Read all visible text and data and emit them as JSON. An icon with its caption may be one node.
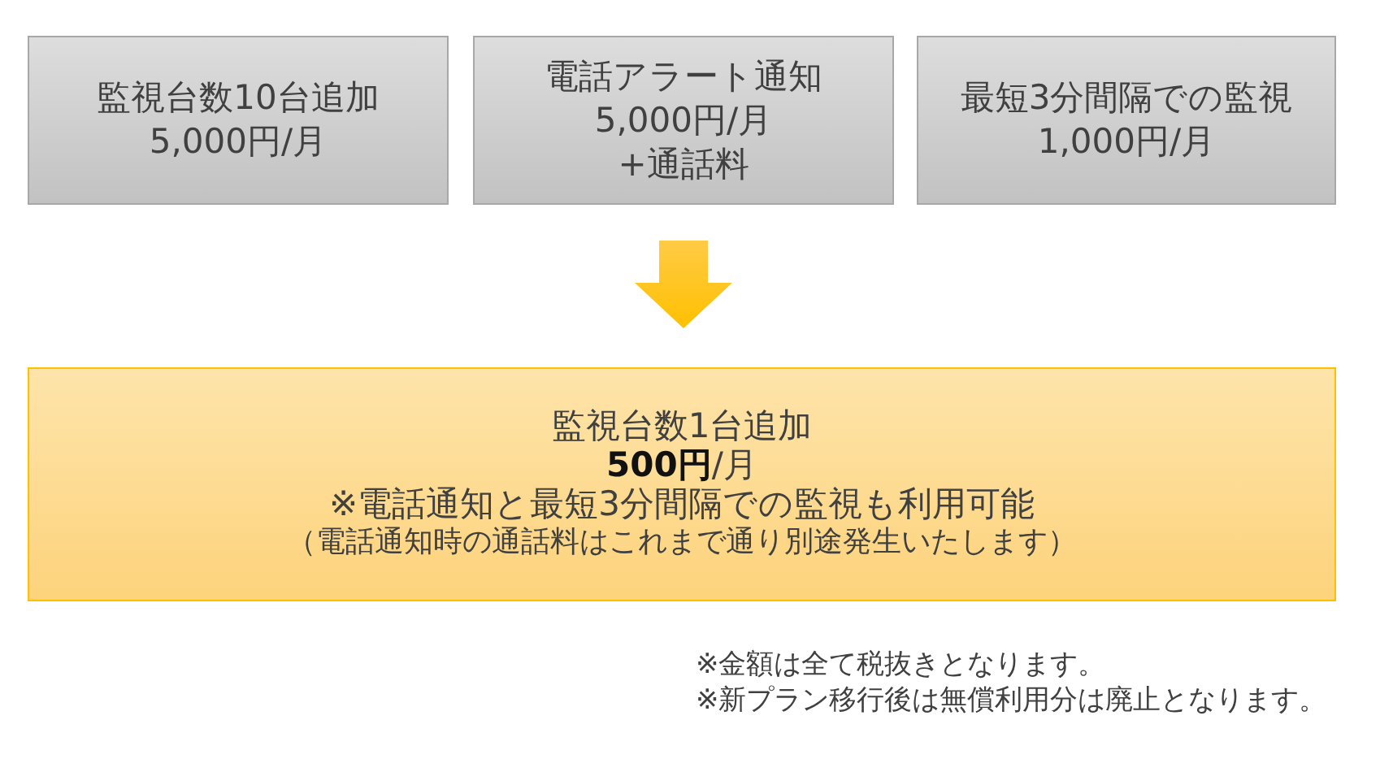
{
  "diagram": {
    "nodes": [
      {
        "text": [
          "監視台数10台追加",
          "5,000円/月"
        ]
      },
      {
        "text": [
          "電話アラート通知",
          "5,000円/月",
          "+通話料"
        ]
      },
      {
        "text": [
          "最短3分間隔での監視",
          "1,000円/月"
        ]
      },
      {
        "text": [
          "監視台数1台追加",
          "**500円**/月",
          "※電話通知と最短3分間隔での監視も利用可能",
          "（電話通知時の通話料はこれまで通り別途発生いたします）"
        ]
      }
    ],
    "edges": [
      {
        "from": 1,
        "to": 3,
        "arrow": "to"
      }
    ],
    "labels": [
      "※金額は全て税抜きとなります。",
      "※新プラン移行後は無償利用分は廃止となります。"
    ]
  }
}
